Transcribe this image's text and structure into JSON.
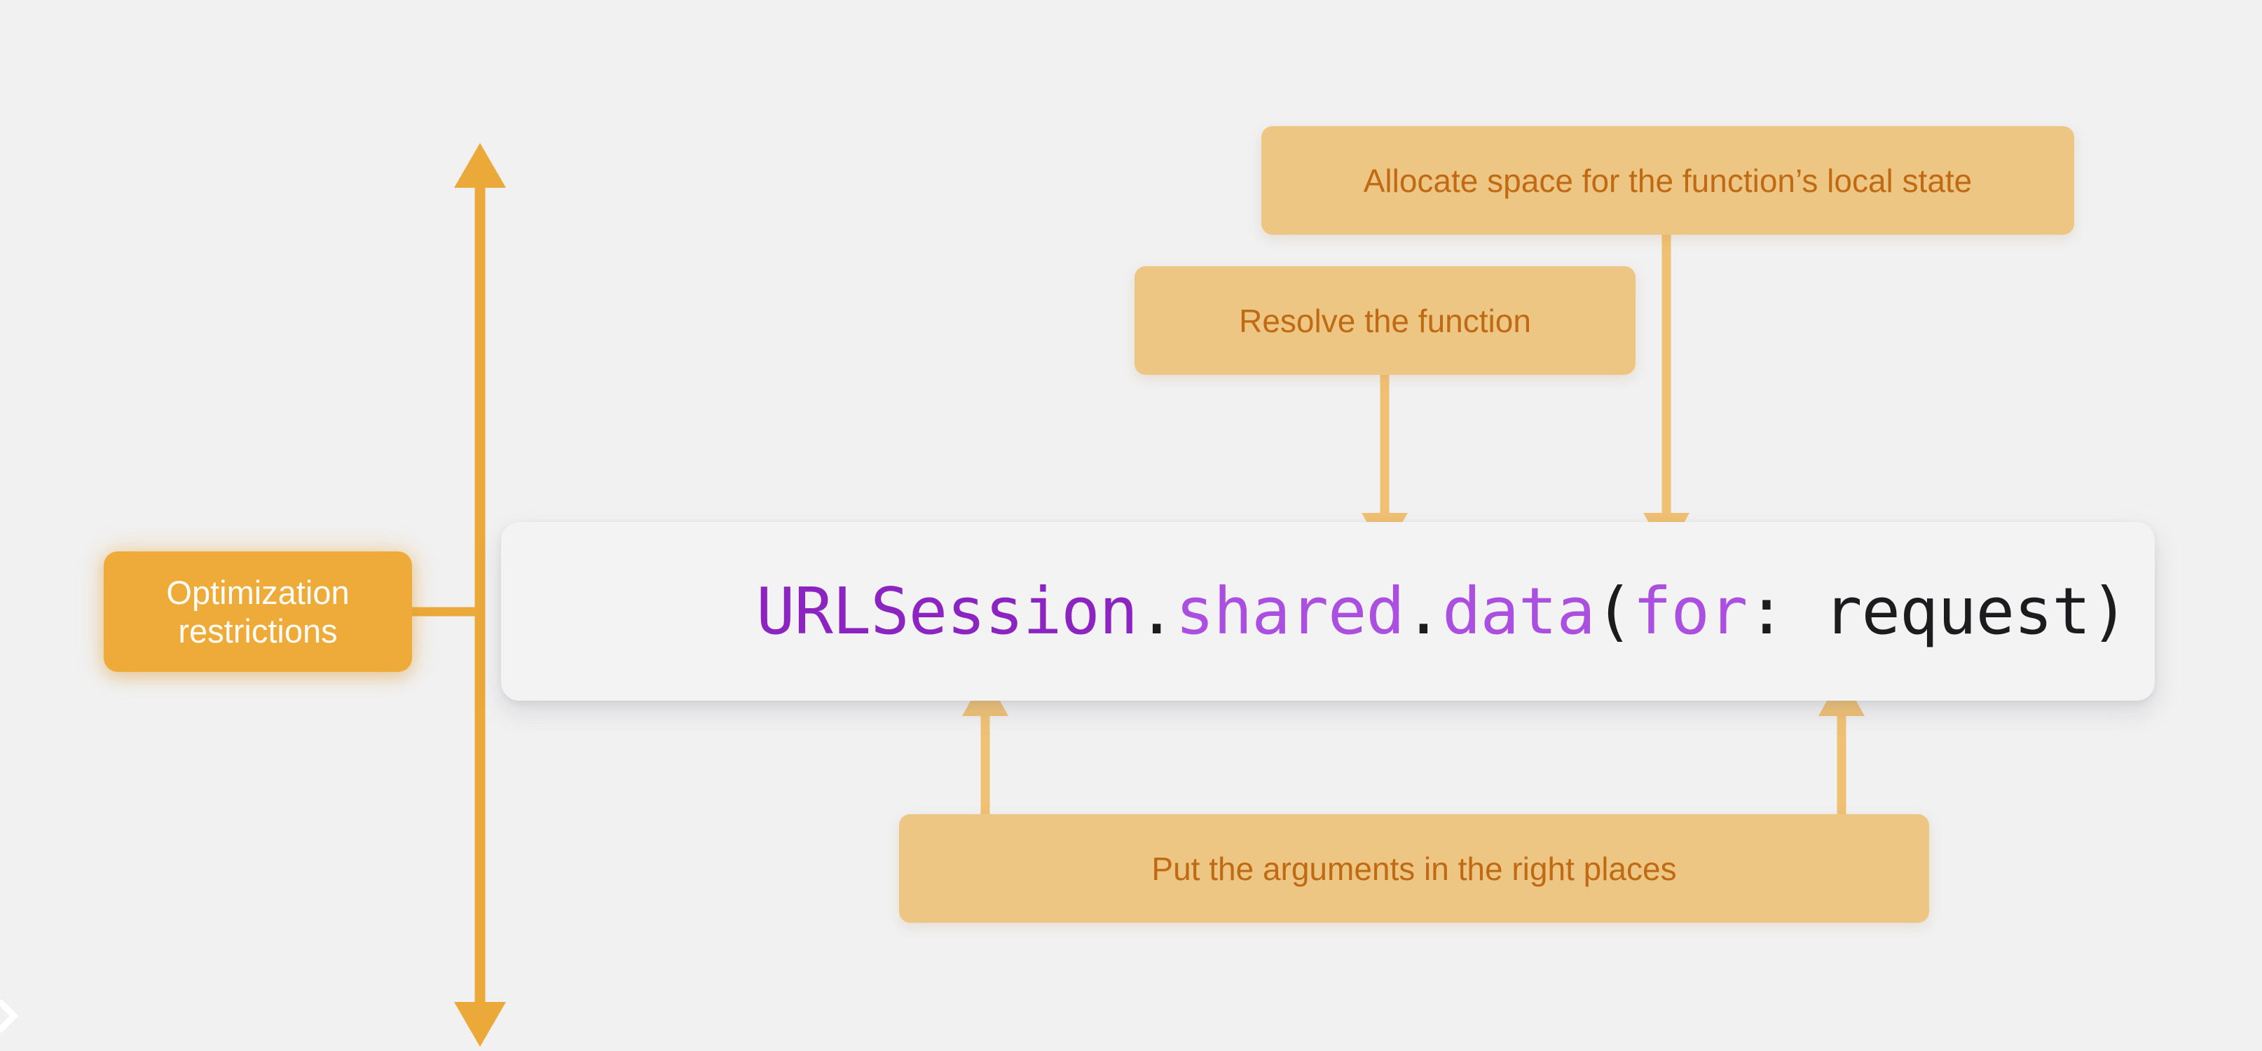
{
  "page": {
    "background_color": "#f1f1f2",
    "title_code_expression": "URLSession.shared.data(for: request)"
  },
  "code_card": {
    "background_color": "#f3f3f4",
    "tokens": [
      {
        "text": "URLSession",
        "kind": "type",
        "color": "#8b24c0"
      },
      {
        "text": ".",
        "kind": "plain",
        "color": "#1c1c1e"
      },
      {
        "text": "shared",
        "kind": "member",
        "color": "#ab4fe0"
      },
      {
        "text": ".",
        "kind": "plain",
        "color": "#1c1c1e"
      },
      {
        "text": "data",
        "kind": "member",
        "color": "#ab4fe0"
      },
      {
        "text": "(",
        "kind": "plain",
        "color": "#1c1c1e"
      },
      {
        "text": "for",
        "kind": "label",
        "color": "#ab4fe0"
      },
      {
        "text": ": ",
        "kind": "plain",
        "color": "#1c1c1e"
      },
      {
        "text": "request",
        "kind": "plain",
        "color": "#1c1c1e"
      },
      {
        "text": ")",
        "kind": "plain",
        "color": "#1c1c1e"
      }
    ]
  },
  "callouts": {
    "allocate": {
      "label": "Allocate space for the function’s local state",
      "background_color": "#eec683",
      "text_color": "#c06a14",
      "points_to": "data"
    },
    "resolve": {
      "label": "Resolve the function",
      "background_color": "#eec683",
      "text_color": "#c06a14",
      "points_to": "data-call"
    },
    "arguments": {
      "label": "Put the arguments in the right places",
      "background_color": "#eec683",
      "text_color": "#c06a14",
      "points_to": "for-request"
    }
  },
  "pill": {
    "line1": "Optimization",
    "line2": "restrictions",
    "background_color": "#efab39",
    "text_color": "#fffdf7"
  },
  "arrows": {
    "span_color": "#eba93a",
    "callout_color": "#f0c173"
  },
  "chevron": {
    "icon": "chevron-right-icon",
    "color": "#ffffff"
  }
}
